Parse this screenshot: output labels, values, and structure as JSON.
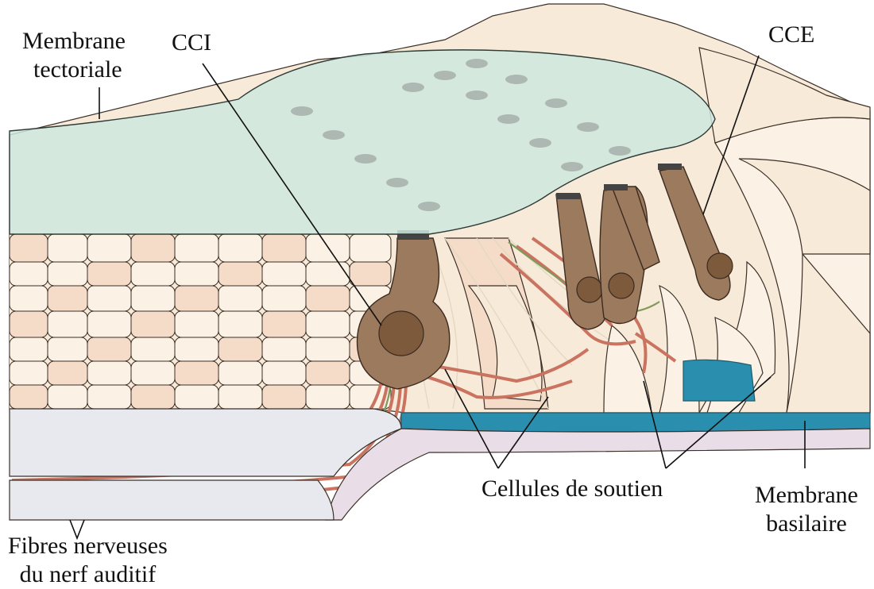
{
  "figure": {
    "labels": {
      "tectorial_line1": "Membrane",
      "tectorial_line2": "tectoriale",
      "cci": "CCI",
      "cce": "CCE",
      "support": "Cellules de soutien",
      "basilar_line1": "Membrane",
      "basilar_line2": "basilaire",
      "fibers_line1": "Fibres nerveuses",
      "fibers_line2": "du nerf auditif"
    },
    "colors": {
      "tectorial": "#cfe7df",
      "tissue": "#f8ead8",
      "hair_cell": "#9b7a5e",
      "nerve_red": "#c97360",
      "nerve_green": "#7f9a5a",
      "basilar_blue": "#2a8fae",
      "bone_gray": "#e7e9ee",
      "lower_lilac": "#e9dee8"
    }
  }
}
